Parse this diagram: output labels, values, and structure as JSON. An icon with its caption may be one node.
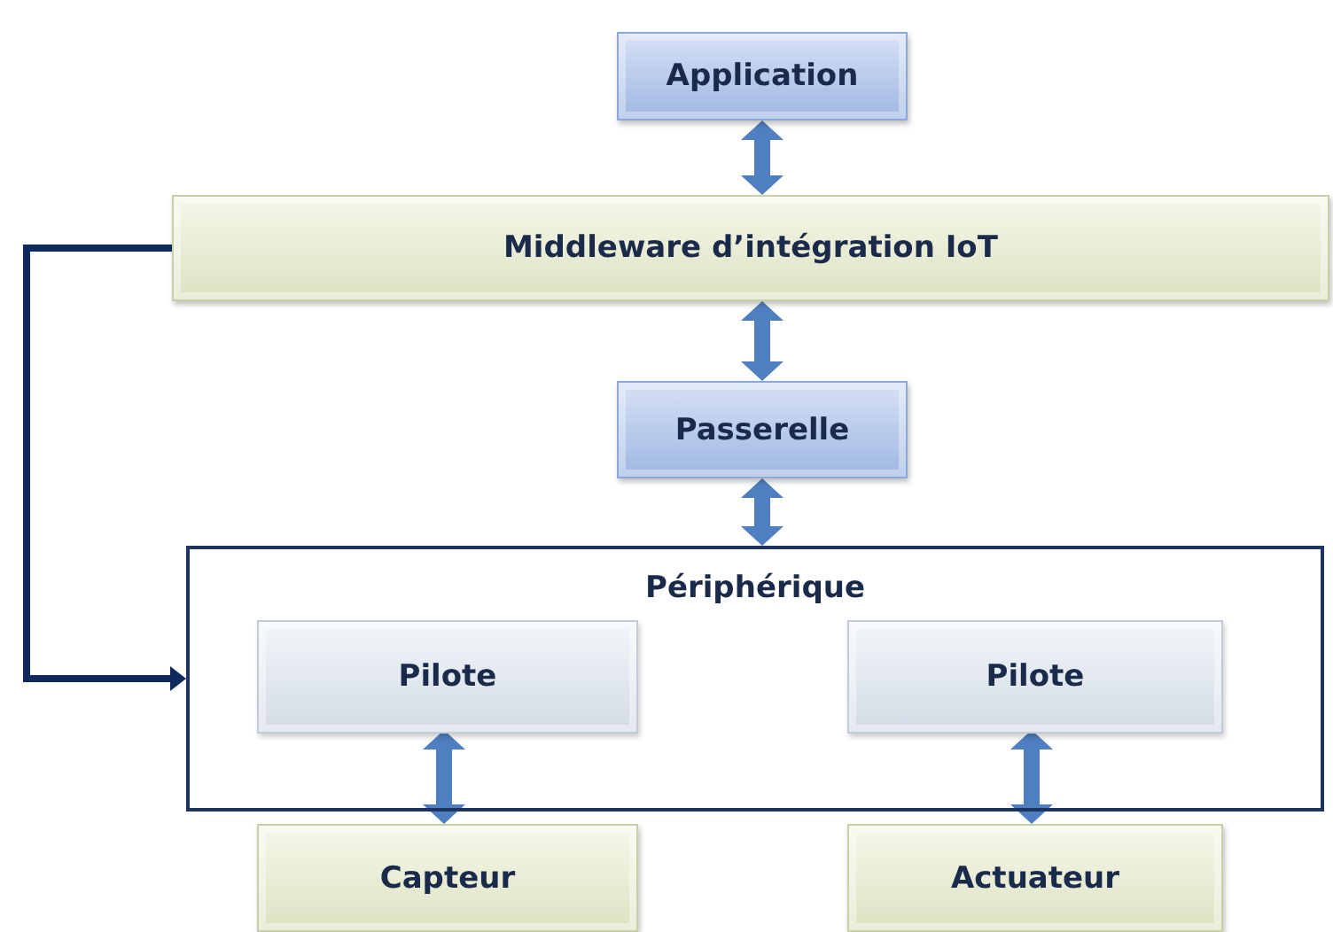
{
  "diagram": {
    "nodes": [
      {
        "text": [
          "Application"
        ]
      },
      {
        "text": [
          "Middleware d’intégration IoT"
        ]
      },
      {
        "text": [
          "Passerelle"
        ]
      },
      {
        "text": [
          "Périphérique"
        ]
      },
      {
        "text": [
          "Pilote"
        ],
        "in": 3
      },
      {
        "text": [
          "Pilote"
        ],
        "in": 3
      },
      {
        "text": [
          "Capteur"
        ]
      },
      {
        "text": [
          "Actuateur"
        ]
      }
    ],
    "edges": [
      {
        "from": 0,
        "to": 1,
        "arrow": "both"
      },
      {
        "from": 1,
        "to": 2,
        "arrow": "both"
      },
      {
        "from": 2,
        "to": 3,
        "arrow": "both"
      },
      {
        "from": 4,
        "to": 6,
        "arrow": "both"
      },
      {
        "from": 5,
        "to": 7,
        "arrow": "both"
      },
      {
        "from": 1,
        "to": 3,
        "arrow": "to",
        "color": "#0e2a5c"
      }
    ]
  }
}
